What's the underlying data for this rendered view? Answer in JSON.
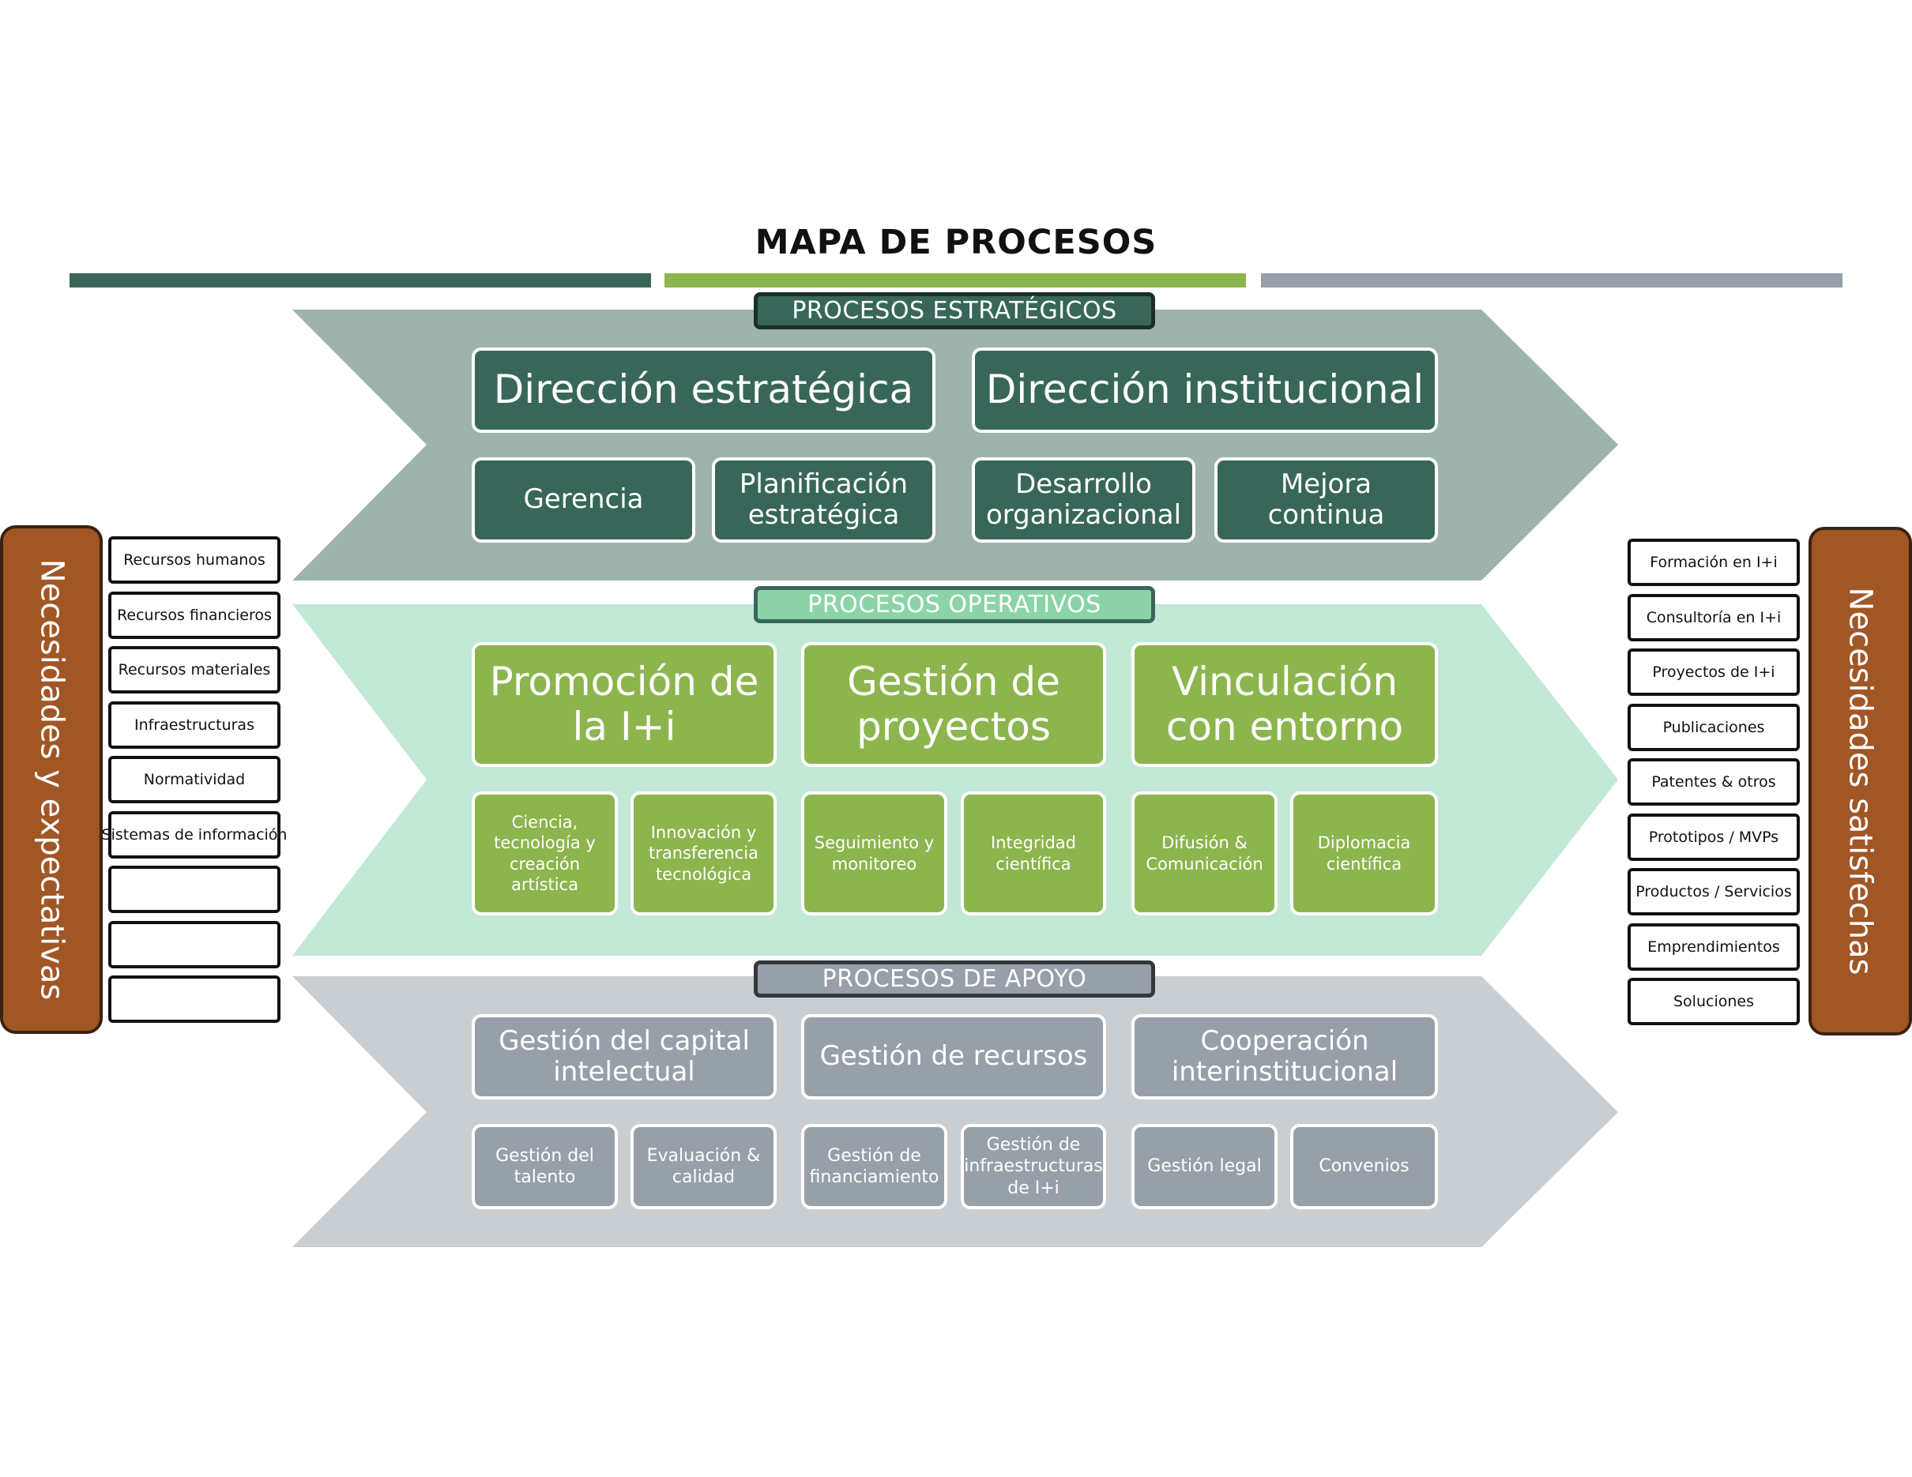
{
  "title": "MAPA DE PROCESOS",
  "colors": {
    "bar_dark_green": "#38675a",
    "bar_light_green": "#8cb54d",
    "bar_gray": "#97a0a8",
    "strategic_band": "#9db3ac",
    "operative_band": "#c2e8d6",
    "support_band": "#c9ced2",
    "operative_label": "#8cd4a8",
    "side_brown": "#a15626"
  },
  "left_panel": {
    "label": "Necesidades y expectativas",
    "items": [
      "Recursos humanos",
      "Recursos financieros",
      "Recursos materiales",
      "Infraestructuras",
      "Normatividad",
      "Sistemas de información",
      "",
      "",
      ""
    ]
  },
  "right_panel": {
    "label": "Necesidades satisfechas",
    "items": [
      "Formación en I+i",
      "Consultoría en I+i",
      "Proyectos de I+i",
      "Publicaciones",
      "Patentes & otros",
      "Prototipos / MVPs",
      "Productos / Servicios",
      "Emprendimientos",
      "Soluciones"
    ]
  },
  "strategic": {
    "label": "PROCESOS ESTRATÉGICOS",
    "main": [
      "Dirección estratégica",
      "Dirección institucional"
    ],
    "sub": [
      "Gerencia",
      "Planificación estratégica",
      "Desarrollo organizacional",
      "Mejora continua"
    ]
  },
  "operative": {
    "label": "PROCESOS OPERATIVOS",
    "main": [
      "Promoción de la I+i",
      "Gestión de proyectos",
      "Vinculación con entorno"
    ],
    "sub": [
      "Ciencia, tecnología y creación artística",
      "Innovación y transferencia tecnológica",
      "Seguimiento y monitoreo",
      "Integridad científica",
      "Difusión & Comunicación",
      "Diplomacia científica"
    ]
  },
  "support": {
    "label": "PROCESOS DE APOYO",
    "main": [
      "Gestión del capital intelectual",
      "Gestión de recursos",
      "Cooperación interinstitucional"
    ],
    "sub": [
      "Gestión del talento",
      "Evaluación & calidad",
      "Gestión de financiamiento",
      "Gestión de infraestructuras de I+i",
      "Gestión legal",
      "Convenios"
    ]
  }
}
